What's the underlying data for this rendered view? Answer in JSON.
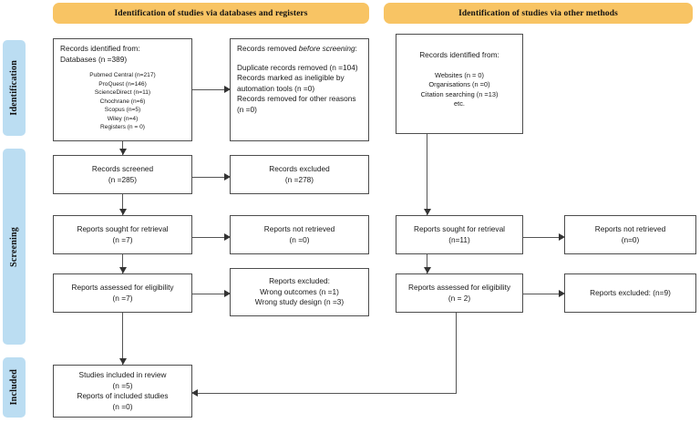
{
  "headers": {
    "left": "Identification of studies via databases and registers",
    "right": "Identification of studies via other methods"
  },
  "stages": {
    "identification": "Identification",
    "screening": "Screening",
    "included": "Included"
  },
  "colors": {
    "header_orange": "#F8C464",
    "stage_blue": "#BBDDF2",
    "box_border": "#4d4d4d",
    "connector": "#555555"
  },
  "left_column": {
    "records_identified": {
      "line1": "Records identified from:",
      "line2": "Databases (n =389)",
      "sources": [
        "Pubmed Central (n=217)",
        "ProQuest (n=146)",
        "ScienceDirect (n=11)",
        "Chochrane (n=6)",
        "Scopus (n=5)",
        "Wiley (n=4)",
        "Registers (n = 0)"
      ]
    },
    "records_removed": {
      "title_pre": "Records removed ",
      "title_italic": "before screening",
      "title_post": ":",
      "lines": [
        "Duplicate records removed (n =104)",
        "Records marked as ineligible by",
        "automation tools (n =0)",
        "Records removed for other reasons",
        "(n =0)"
      ]
    },
    "records_screened": {
      "line1": "Records screened",
      "line2": "(n =285)"
    },
    "records_excluded": {
      "line1": "Records excluded",
      "line2": "(n =278)"
    },
    "reports_sought": {
      "line1": "Reports sought for retrieval",
      "line2": "(n =7)"
    },
    "reports_not_retrieved": {
      "line1": "Reports not retrieved",
      "line2": "(n =0)"
    },
    "reports_assessed": {
      "line1": "Reports assessed for eligibility",
      "line2": "(n =7)"
    },
    "reports_excluded": {
      "line1": "Reports excluded:",
      "line2": "Wrong outcomes (n =1)",
      "line3": "Wrong study design (n =3)"
    }
  },
  "right_column": {
    "records_identified": {
      "title": "Records identified from:",
      "sources": [
        "Websites (n = 0)",
        "Organisations (n =0)",
        "Citation searching (n =13)",
        "etc."
      ]
    },
    "reports_sought": {
      "line1": "Reports sought for retrieval",
      "line2": "(n=11)"
    },
    "reports_not_retrieved": {
      "line1": "Reports not retrieved",
      "line2": "(n=0)"
    },
    "reports_assessed": {
      "line1": "Reports assessed for eligibility",
      "line2": "(n = 2)"
    },
    "reports_excluded": {
      "line1": "Reports excluded: (n=9)"
    }
  },
  "included": {
    "line1": "Studies included in review",
    "line2": "(n =5)",
    "line3": "Reports of included studies",
    "line4": "(n =0)"
  }
}
